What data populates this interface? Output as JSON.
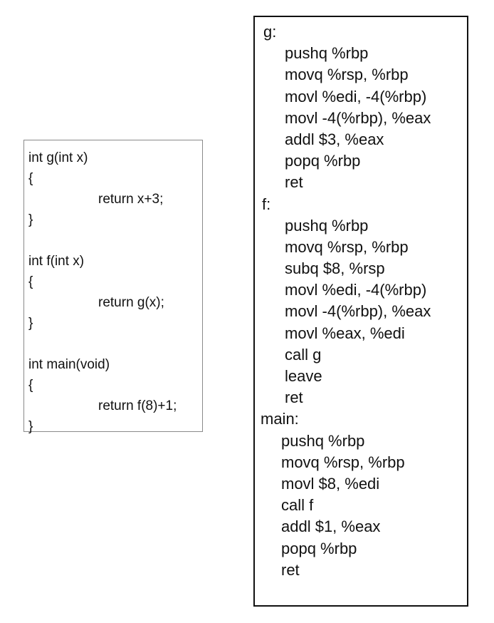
{
  "c_source": {
    "lines": [
      "int g(int x)",
      "{",
      "return x+3;",
      "}",
      "",
      "int f(int x)",
      "{",
      "return g(x);",
      "}",
      "",
      "int main(void)",
      "{",
      "return f(8)+1;",
      "}"
    ]
  },
  "assembly": {
    "g": {
      "label": "g:",
      "instructions": [
        "pushq %rbp",
        "movq %rsp, %rbp",
        "movl %edi, -4(%rbp)",
        "movl -4(%rbp), %eax",
        "addl $3, %eax",
        "popq %rbp",
        "ret"
      ]
    },
    "f": {
      "label": "f:",
      "instructions": [
        "pushq %rbp",
        "movq %rsp, %rbp",
        "subq $8, %rsp",
        "movl %edi, -4(%rbp)",
        "movl -4(%rbp), %eax",
        "movl %eax, %edi",
        "call g",
        "leave",
        "ret"
      ]
    },
    "main": {
      "label": "main:",
      "instructions": [
        "pushq %rbp",
        "movq %rsp, %rbp",
        "movl $8, %edi",
        "call f",
        "addl $1, %eax",
        "popq %rbp",
        "ret"
      ]
    }
  }
}
